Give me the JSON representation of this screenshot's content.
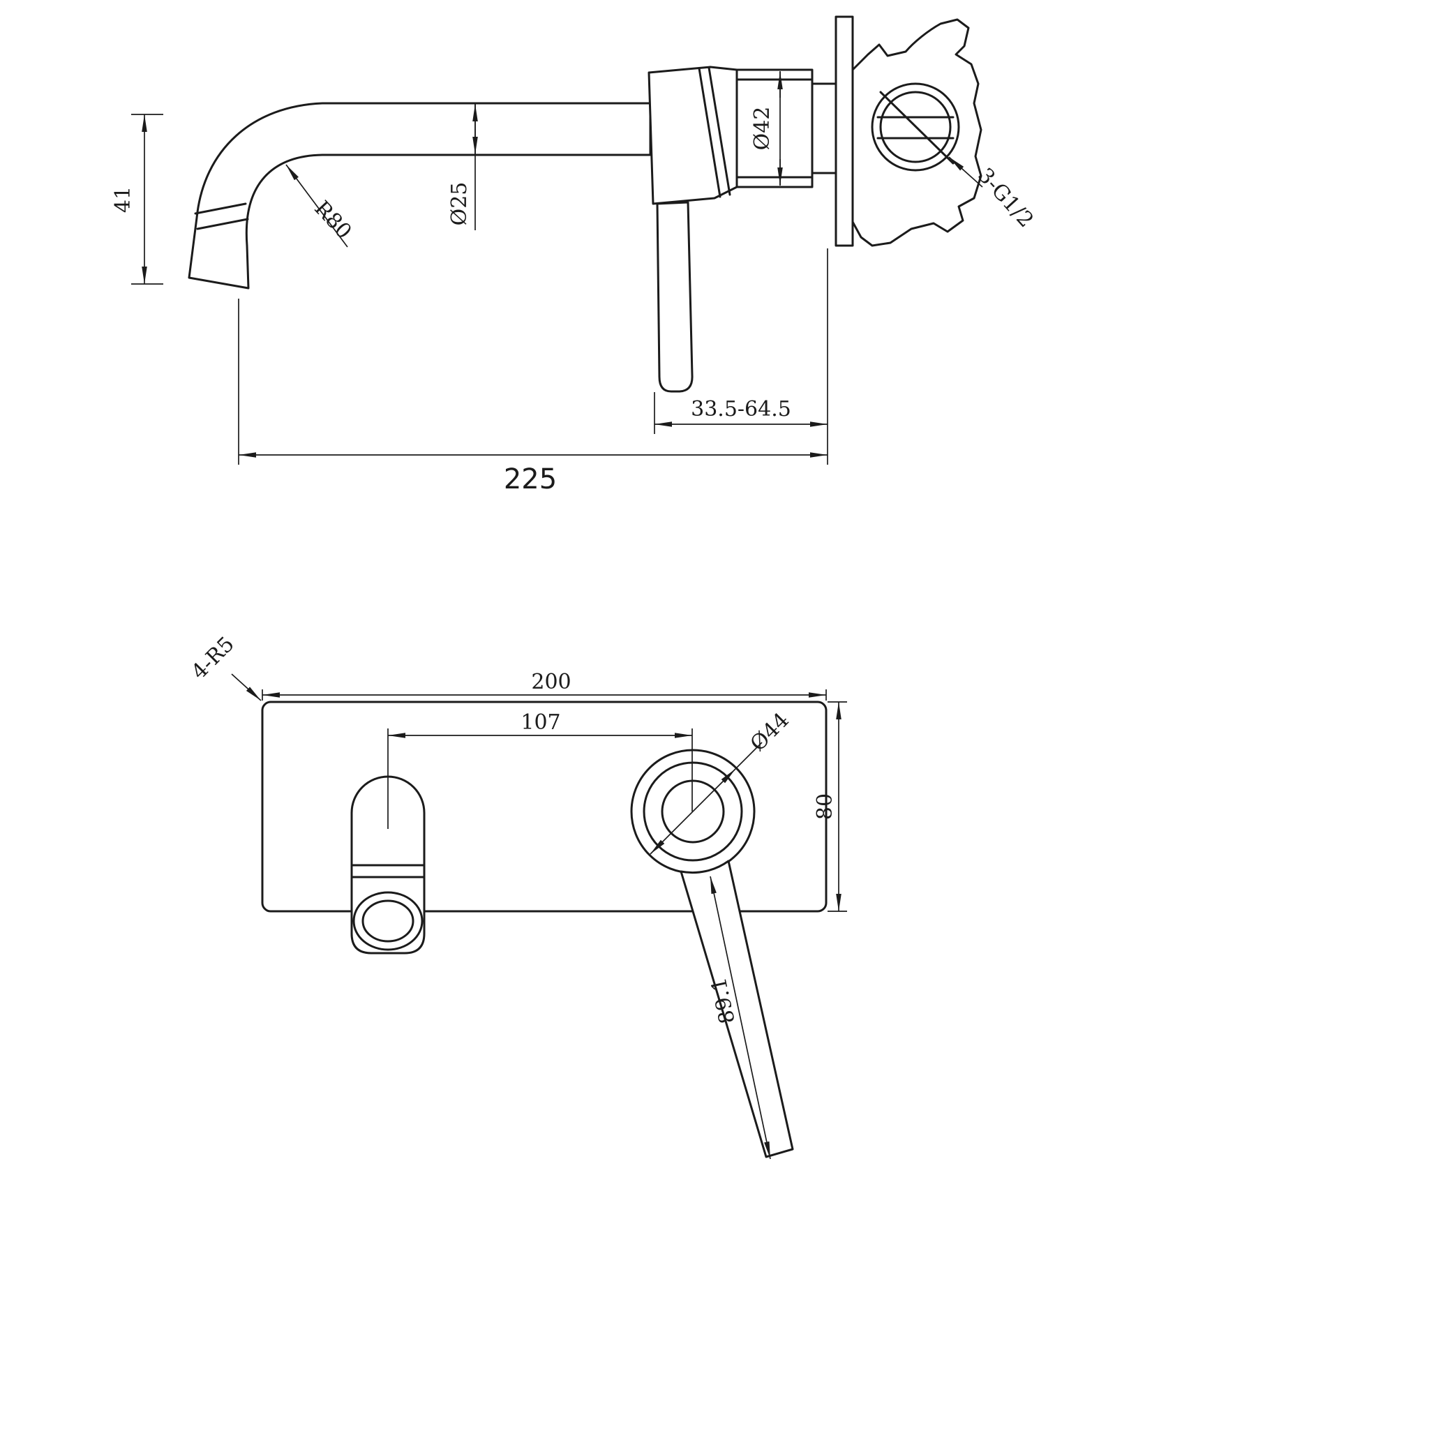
{
  "colors": {
    "line": "#1b1b1b",
    "background": "#ffffff"
  },
  "side_view": {
    "dims": {
      "drop_height": "41",
      "spout_radius": "R80",
      "spout_diameter": "Ø25",
      "body_diameter": "Ø42",
      "thread": "3-G1/2",
      "wall_adjust_range": "33.5-64.5",
      "overall_length": "225"
    }
  },
  "front_view": {
    "dims": {
      "corner_radius": "4-R5",
      "plate_width": "200",
      "spout_handle_distance": "107",
      "handle_diameter": "Ø44",
      "plate_height": "80",
      "handle_length": "89.1"
    }
  }
}
